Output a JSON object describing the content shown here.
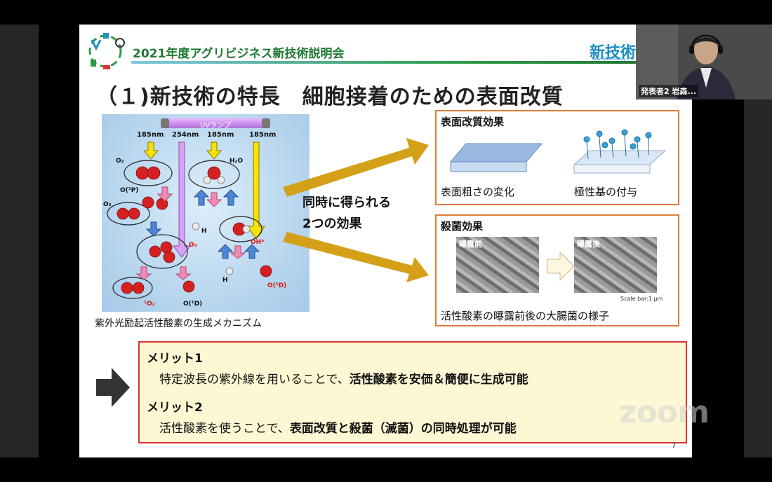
{
  "slide": {
    "conference_title": "2021年度アグリビジネス新技術説明会",
    "brand": "新技術",
    "brand_sub": "New Technology Pre",
    "title": "（１)新技術の特長　細胞接着のための表面改質",
    "diagram": {
      "lamp_label": "UVランプ",
      "wavelengths": [
        "185nm",
        "254nm",
        "185nm",
        "185nm"
      ],
      "species": {
        "o2_a": "O₂",
        "o3p": "O(³P)",
        "o2_b": "O₂",
        "o3": "O₃",
        "singlet_o2": "¹O₂",
        "o1d_a": "O(¹D)",
        "h2o": "H₂O",
        "h_a": "H",
        "oh": "OH*",
        "h_b": "H",
        "o1d_b": "O(¹D)"
      },
      "caption": "紫外光励起活性酸素の生成メカニズム"
    },
    "effects_note": [
      "同時に得られる",
      "2つの効果"
    ],
    "surface_box": {
      "title": "表面改質効果",
      "item1": "表面粗さの変化",
      "item2": "極性基の付与"
    },
    "sterilize_box": {
      "title": "殺菌効果",
      "before": "曝露前",
      "after": "曝露後",
      "scale": "Scale bar:1 μm",
      "caption": "活性酸素の曝露前後の大腸菌の様子"
    },
    "merit1_head": "メリット1",
    "merit1_prefix": "特定波長の紫外線を用いることで、",
    "merit1_bold": "活性酸素を安価＆簡便に生成可能",
    "merit2_head": "メリット2",
    "merit2_prefix": "活性酸素を使うことで、",
    "merit2_bold": "表面改質と殺菌（滅菌）の同時処理が可能",
    "page_number": "7"
  },
  "meeting": {
    "speaker_label": "発表者2 岩森...",
    "watermark": "zoom"
  },
  "colors": {
    "accent_green": "#1f7a32",
    "box_border": "#e07a3a",
    "merit_border": "#dd3333",
    "arrow_gold": "#d4a017"
  }
}
